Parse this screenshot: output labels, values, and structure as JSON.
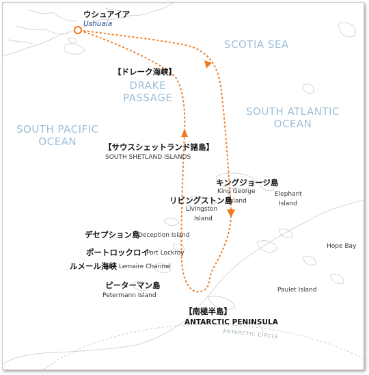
{
  "colors": {
    "route": "#f07a20",
    "sea_label": "#9fbfd8",
    "land_stroke": "#d4d4d4"
  },
  "seas": {
    "scotia": "SCOTIA SEA",
    "drake_line1": "DRAKE",
    "drake_line2": "PASSAGE",
    "south_atlantic_line1": "SOUTH ATLANTIC",
    "south_atlantic_line2": "OCEAN",
    "south_pacific_line1": "SOUTH PACIFIC",
    "south_pacific_line2": "OCEAN"
  },
  "places": {
    "ushuaia_jp": "ウシュアイア",
    "ushuaia_en": "Ushuaia",
    "drake_jp": "【ドレーク海峡】",
    "shetland_jp": "【サウスシェットランド諸島】",
    "shetland_en": "SOUTH SHETLAND ISLANDS",
    "king_george_jp": "キングジョージ島",
    "king_george_en1": "King George",
    "king_george_en2": "Island",
    "elephant_en1": "Elephant",
    "elephant_en2": "Island",
    "livingston_jp": "リビングストン島",
    "livingston_en1": "Livingston",
    "livingston_en2": "Island",
    "deception_jp": "デセプション島",
    "deception_en": "Deception Island",
    "port_lockroy_jp": "ポートロックロイ",
    "port_lockroy_en": "Port Lockroy",
    "lemaire_jp": "ルメール海峡",
    "lemaire_en": "Lemaire Channel",
    "petermann_jp": "ピーターマン島",
    "petermann_en": "Petermann Island",
    "hope_bay_en": "Hope Bay",
    "paulet_en": "Paulet Island",
    "peninsula_jp": "【南極半島】",
    "peninsula_en": "ANTARCTIC PENINSULA",
    "antarctic_circle": "ANTARCTIC CIRCLE"
  }
}
